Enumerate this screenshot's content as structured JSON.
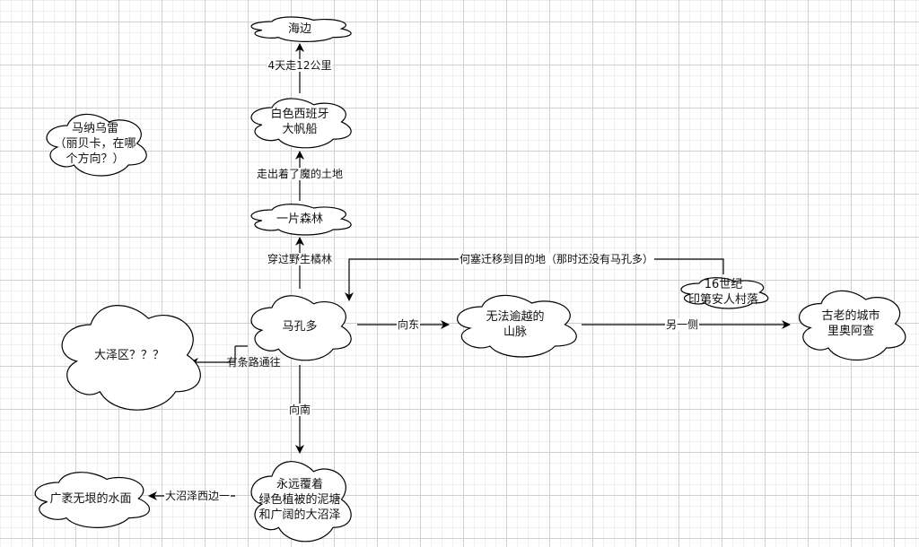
{
  "diagram": {
    "nodes": [
      {
        "id": "seaside",
        "label": "海边"
      },
      {
        "id": "galleon",
        "label": "白色西班牙\n大帆船"
      },
      {
        "id": "manaure",
        "label": "马纳乌雷\n（丽贝卡，在哪\n个方向？）"
      },
      {
        "id": "forest",
        "label": "一片森林"
      },
      {
        "id": "macondo",
        "label": "马孔多"
      },
      {
        "id": "swamp_area",
        "label": "大泽区？？？"
      },
      {
        "id": "mountains",
        "label": "无法逾越的\n山脉"
      },
      {
        "id": "indian_village",
        "label": "16世纪\n印第安人村落"
      },
      {
        "id": "riohacha",
        "label": "古老的城市\n里奥阿查"
      },
      {
        "id": "great_swamp",
        "label": "永远覆着\n绿色植被的泥塘\n和广阔的大沼泽"
      },
      {
        "id": "water",
        "label": "广袤无垠的水面"
      }
    ],
    "edges": [
      {
        "id": "galleon-seaside",
        "from": "galleon",
        "to": "seaside",
        "label": "4天走12公里"
      },
      {
        "id": "forest-galleon",
        "from": "forest",
        "to": "galleon",
        "label": "走出着了魔的土地"
      },
      {
        "id": "macondo-forest",
        "from": "macondo",
        "to": "forest",
        "label": "穿过野生橘林"
      },
      {
        "id": "village-macondo",
        "from": "indian_village",
        "to": "macondo",
        "label": "何塞迁移到目的地（那时还没有马孔多）"
      },
      {
        "id": "macondo-mountains",
        "from": "macondo",
        "to": "mountains",
        "label": "向东"
      },
      {
        "id": "mountains-riohacha",
        "from": "mountains",
        "to": "riohacha",
        "label": "另一侧"
      },
      {
        "id": "macondo-swamparea",
        "from": "macondo",
        "to": "swamp_area",
        "label": "有条路通往"
      },
      {
        "id": "macondo-greatswamp",
        "from": "macondo",
        "to": "great_swamp",
        "label": "向南"
      },
      {
        "id": "greatswamp-water",
        "from": "great_swamp",
        "to": "water",
        "label": "大沼泽西边一"
      }
    ]
  }
}
